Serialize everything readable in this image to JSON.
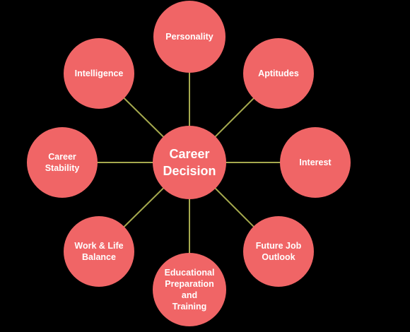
{
  "colors": {
    "background": "#000000",
    "node_fill": "#f06566",
    "connector": "#a5a94e",
    "text": "#ffffff"
  },
  "center": {
    "label": "Career\nDecision"
  },
  "nodes": [
    {
      "id": "personality",
      "label": "Personality"
    },
    {
      "id": "aptitudes",
      "label": "Aptitudes"
    },
    {
      "id": "interest",
      "label": "Interest"
    },
    {
      "id": "future-job-outlook",
      "label": "Future Job\nOutlook"
    },
    {
      "id": "educational-preparation",
      "label": "Educational\nPreparation\nand\nTraining"
    },
    {
      "id": "work-life-balance",
      "label": "Work & Life\nBalance"
    },
    {
      "id": "career-stability",
      "label": "Career\nStability"
    },
    {
      "id": "intelligence",
      "label": "Intelligence"
    }
  ]
}
